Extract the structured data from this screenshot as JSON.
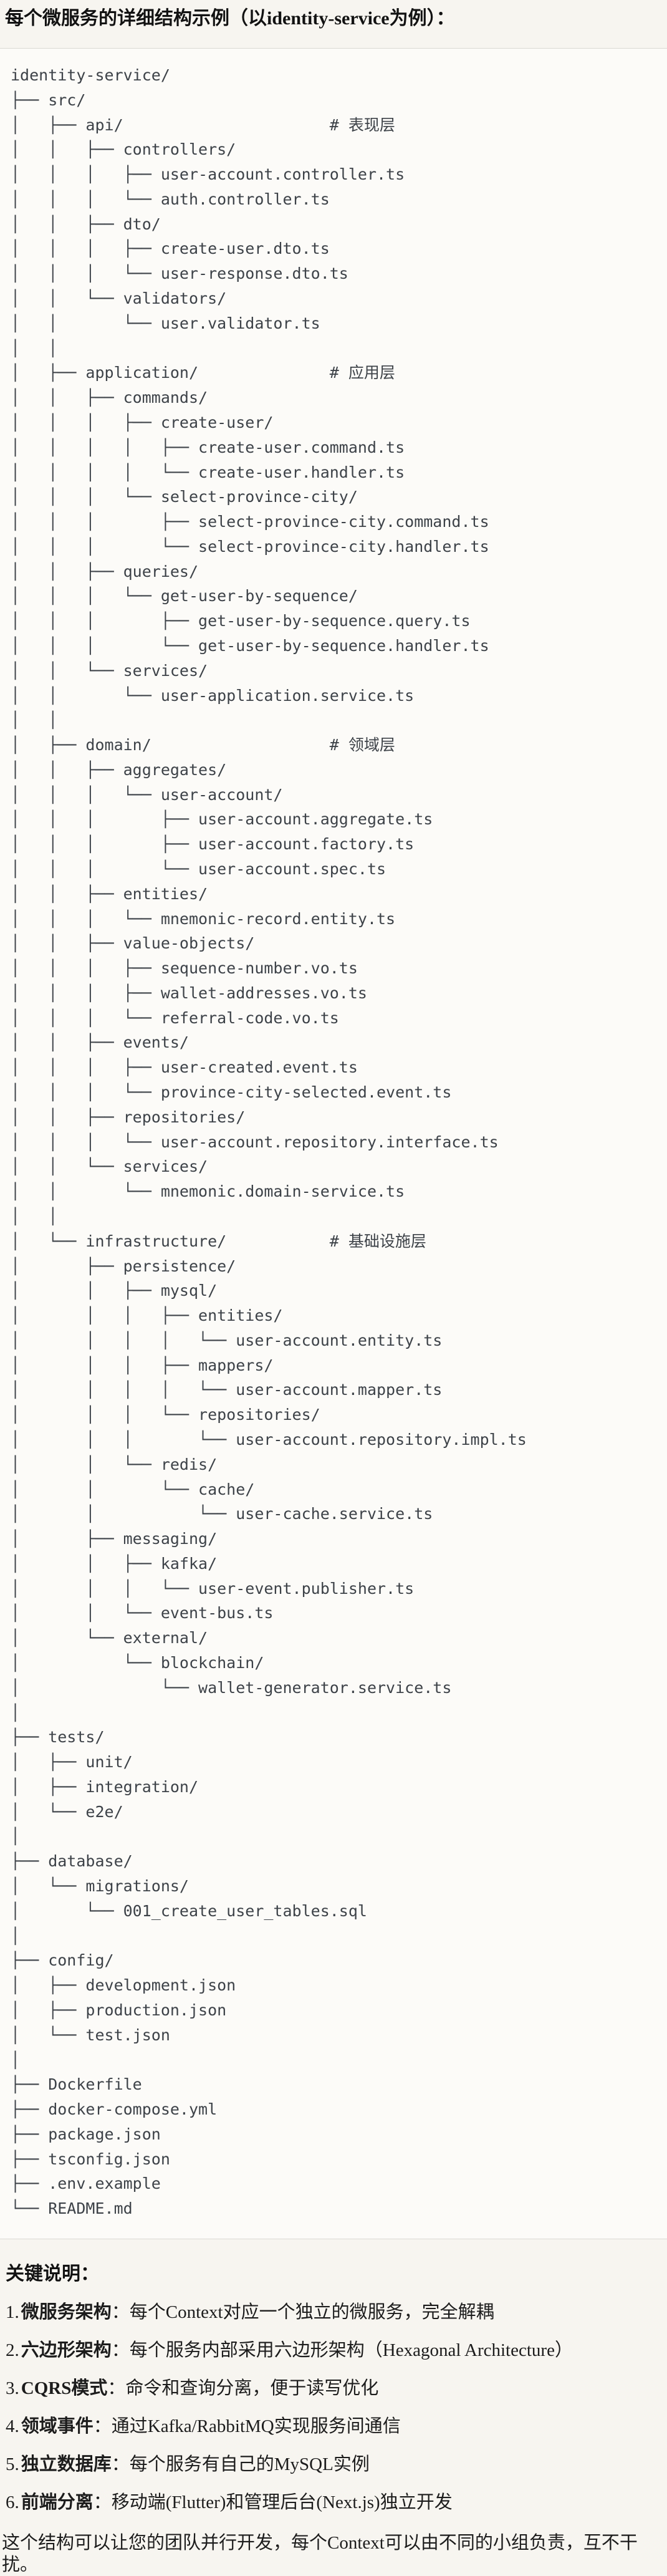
{
  "page": {
    "title": "每个微服务的详细结构示例（以identity-service为例）："
  },
  "tree": {
    "lines": [
      "identity-service/",
      "├── src/",
      "│   ├── api/                      # 表现层",
      "│   │   ├── controllers/",
      "│   │   │   ├── user-account.controller.ts",
      "│   │   │   └── auth.controller.ts",
      "│   │   ├── dto/",
      "│   │   │   ├── create-user.dto.ts",
      "│   │   │   └── user-response.dto.ts",
      "│   │   └── validators/",
      "│   │       └── user.validator.ts",
      "│   │",
      "│   ├── application/              # 应用层",
      "│   │   ├── commands/",
      "│   │   │   ├── create-user/",
      "│   │   │   │   ├── create-user.command.ts",
      "│   │   │   │   └── create-user.handler.ts",
      "│   │   │   └── select-province-city/",
      "│   │   │       ├── select-province-city.command.ts",
      "│   │   │       └── select-province-city.handler.ts",
      "│   │   ├── queries/",
      "│   │   │   └── get-user-by-sequence/",
      "│   │   │       ├── get-user-by-sequence.query.ts",
      "│   │   │       └── get-user-by-sequence.handler.ts",
      "│   │   └── services/",
      "│   │       └── user-application.service.ts",
      "│   │",
      "│   ├── domain/                   # 领域层",
      "│   │   ├── aggregates/",
      "│   │   │   └── user-account/",
      "│   │   │       ├── user-account.aggregate.ts",
      "│   │   │       ├── user-account.factory.ts",
      "│   │   │       └── user-account.spec.ts",
      "│   │   ├── entities/",
      "│   │   │   └── mnemonic-record.entity.ts",
      "│   │   ├── value-objects/",
      "│   │   │   ├── sequence-number.vo.ts",
      "│   │   │   ├── wallet-addresses.vo.ts",
      "│   │   │   └── referral-code.vo.ts",
      "│   │   ├── events/",
      "│   │   │   ├── user-created.event.ts",
      "│   │   │   └── province-city-selected.event.ts",
      "│   │   ├── repositories/",
      "│   │   │   └── user-account.repository.interface.ts",
      "│   │   └── services/",
      "│   │       └── mnemonic.domain-service.ts",
      "│   │",
      "│   └── infrastructure/           # 基础设施层",
      "│       ├── persistence/",
      "│       │   ├── mysql/",
      "│       │   │   ├── entities/",
      "│       │   │   │   └── user-account.entity.ts",
      "│       │   │   ├── mappers/",
      "│       │   │   │   └── user-account.mapper.ts",
      "│       │   │   └── repositories/",
      "│       │   │       └── user-account.repository.impl.ts",
      "│       │   └── redis/",
      "│       │       └── cache/",
      "│       │           └── user-cache.service.ts",
      "│       ├── messaging/",
      "│       │   ├── kafka/",
      "│       │   │   └── user-event.publisher.ts",
      "│       │   └── event-bus.ts",
      "│       └── external/",
      "│           └── blockchain/",
      "│               └── wallet-generator.service.ts",
      "│",
      "├── tests/",
      "│   ├── unit/",
      "│   ├── integration/",
      "│   └── e2e/",
      "│",
      "├── database/",
      "│   └── migrations/",
      "│       └── 001_create_user_tables.sql",
      "│",
      "├── config/",
      "│   ├── development.json",
      "│   ├── production.json",
      "│   └── test.json",
      "│",
      "├── Dockerfile",
      "├── docker-compose.yml",
      "├── package.json",
      "├── tsconfig.json",
      "├── .env.example",
      "└── README.md"
    ]
  },
  "notes": {
    "heading": "关键说明：",
    "items": [
      {
        "num": "1.",
        "label": "微服务架构",
        "text": "：每个Context对应一个独立的微服务，完全解耦"
      },
      {
        "num": "2.",
        "label": "六边形架构",
        "text": "：每个服务内部采用六边形架构（Hexagonal Architecture）"
      },
      {
        "num": "3.",
        "label": "CQRS模式",
        "text": "：命令和查询分离，便于读写优化"
      },
      {
        "num": "4.",
        "label": "领域事件",
        "text": "：通过Kafka/RabbitMQ实现服务间通信"
      },
      {
        "num": "5.",
        "label": "独立数据库",
        "text": "：每个服务有自己的MySQL实例"
      },
      {
        "num": "6.",
        "label": "前端分离",
        "text": "：移动端(Flutter)和管理后台(Next.js)独立开发"
      }
    ],
    "footer": "这个结构可以让您的团队并行开发，每个Context可以由不同的小组负责，互不干扰。"
  },
  "colors": {
    "page_bg": "#f7f5f0",
    "code_bg": "#fcfbf8",
    "code_border": "#dbd9d4",
    "tree_text": "#3d4248",
    "body_text": "#1c1c1c"
  }
}
